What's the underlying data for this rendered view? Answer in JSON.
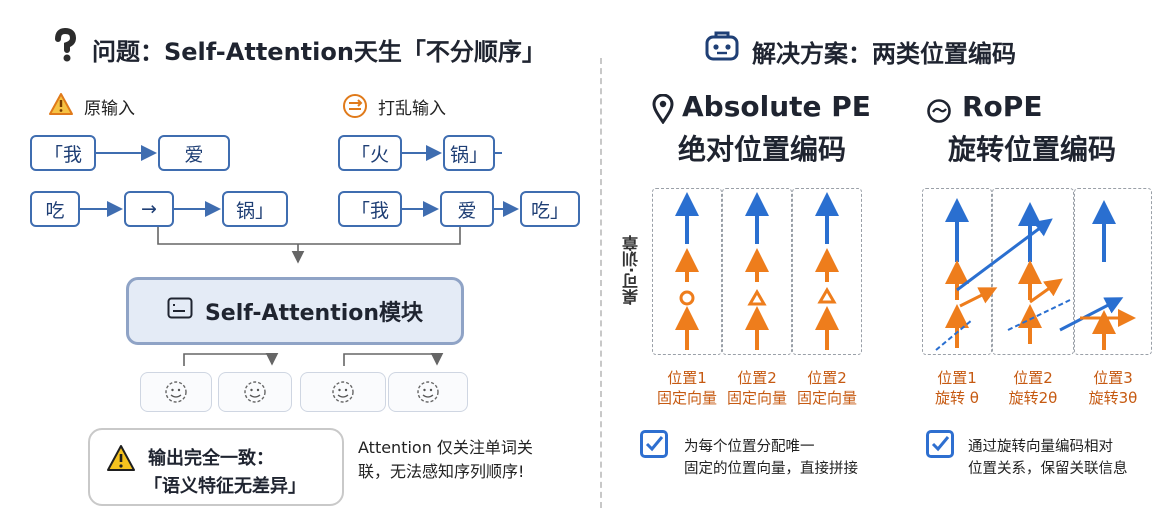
{
  "left": {
    "title": "问题：Self-Attention天生「不分顺序」",
    "original_label": "原输入",
    "shuffled_label": "打乱输入",
    "original_tokens_row1": [
      "「我",
      "爱"
    ],
    "original_tokens_row2": [
      "吃",
      "→",
      "锅」"
    ],
    "shuffled_tokens_row1": [
      "「火",
      "锅」"
    ],
    "shuffled_tokens_row2": [
      "「我",
      "爱",
      "吃」"
    ],
    "module_label": "Self-Attention模块",
    "warning_line1": "输出完全一致：",
    "warning_line2": "「语义特征无差异」",
    "note_line1": "Attention 仅关注单词关",
    "note_line2": "联，无法感知序列顺序!"
  },
  "right": {
    "title": "解决方案：两类位置编码",
    "abs": {
      "title": "Absolute PE",
      "subtitle": "绝对位置编码",
      "y_label": "桌可·训章",
      "labels": [
        [
          "位置1",
          "固定向量"
        ],
        [
          "位置2",
          "固定向量"
        ],
        [
          "位置2",
          "固定向量"
        ]
      ],
      "desc_line1": "为每个位置分配唯一",
      "desc_line2": "固定的位置向量，直接拼接"
    },
    "rope": {
      "title": "RoPE",
      "subtitle": "旋转位置编码",
      "labels": [
        [
          "位置1",
          "旋转 θ"
        ],
        [
          "位置2",
          "旋转2θ"
        ],
        [
          "位置3",
          "旋转3θ"
        ]
      ],
      "desc_line1": "通过旋转向量编码相对",
      "desc_line2": "位置关系，保留关联信息"
    }
  },
  "colors": {
    "blue": "#2a6fd0",
    "orange": "#ee7d1c",
    "box_border": "#3f6db0",
    "module_fill": "#e4ebf6"
  },
  "icons": [
    "question-icon",
    "warning-icon",
    "shuffle-icon",
    "robot-icon",
    "location-pin-icon",
    "rotate-icon",
    "checkbox-icon",
    "emoji-face-icon"
  ]
}
